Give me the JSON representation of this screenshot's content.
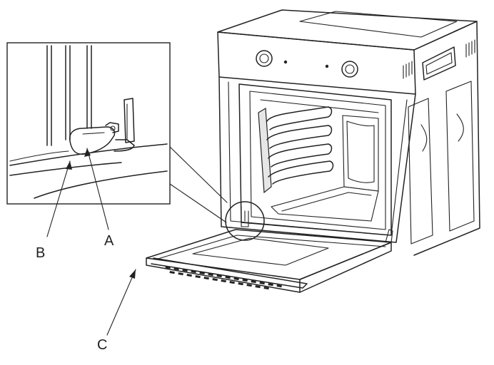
{
  "labels": {
    "a": "A",
    "b": "B",
    "c": "C"
  },
  "colors": {
    "line": "#222222",
    "background": "#ffffff"
  }
}
